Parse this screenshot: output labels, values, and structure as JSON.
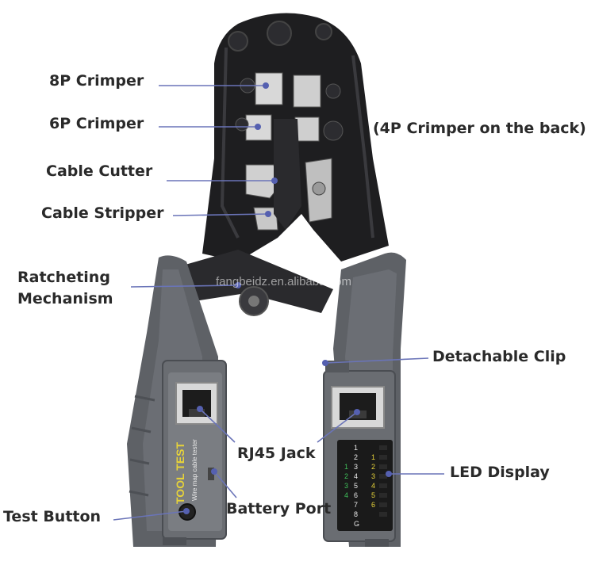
{
  "labels": {
    "crimper_8p": "8P Crimper",
    "crimper_6p": "6P Crimper",
    "crimper_4p_note": "(4P Crimper on the back)",
    "cable_cutter": "Cable Cutter",
    "cable_stripper": "Cable Stripper",
    "ratchet_line1": "Ratcheting",
    "ratchet_line2": "Mechanism",
    "detachable_clip": "Detachable Clip",
    "rj45_jack": "RJ45 Jack",
    "led_display": "LED Display",
    "test_button": "Test Button",
    "battery_port": "Battery Port"
  },
  "device": {
    "brand": "TOOL TEST",
    "subtitle": "Wire map cable tester",
    "watermark": "fangbeidz.en.alibaba.com",
    "led_numbers_white": [
      "1",
      "2",
      "3",
      "4",
      "5",
      "6",
      "7",
      "8",
      "G"
    ],
    "led_numbers_green": [
      "1",
      "2",
      "3",
      "4"
    ],
    "led_numbers_yellow": [
      "1",
      "2",
      "3",
      "4",
      "5",
      "6"
    ]
  },
  "colors": {
    "callout_line": "#6a74b8",
    "dot": "#5560b0",
    "tool_black": "#1e1e20",
    "handle_gray": "#5e6166",
    "tester_yellow": "#e6d23a",
    "led_green": "#3fbf5a"
  }
}
